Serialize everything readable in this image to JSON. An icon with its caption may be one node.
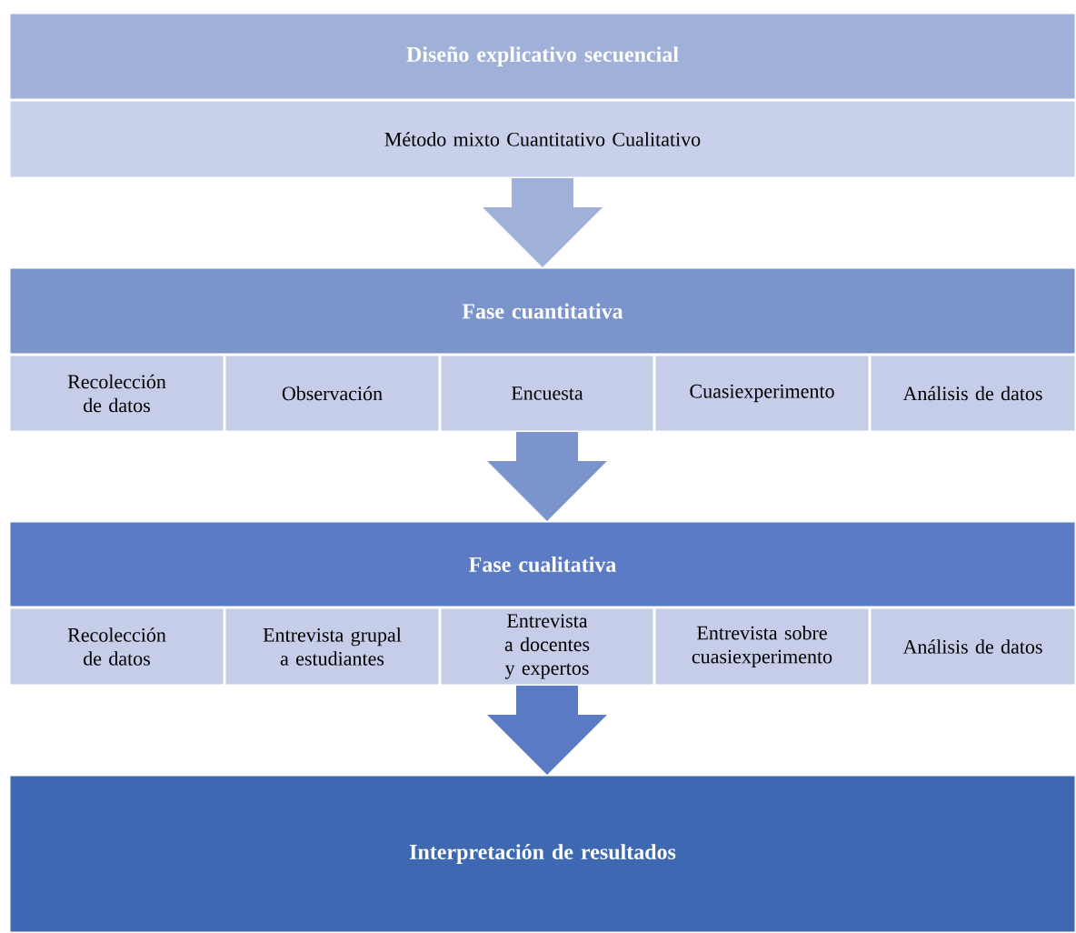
{
  "diagram": {
    "nodes": [
      {
        "text": [
          "Diseño explicativo secuencial"
        ]
      },
      {
        "text": [
          "Método mixto Cuantitativo Cualitativo"
        ]
      },
      {
        "text": [
          "Fase cuantitativa"
        ]
      },
      {
        "text": [
          "Recolección de datos"
        ]
      },
      {
        "text": [
          "Observación"
        ]
      },
      {
        "text": [
          "Encuesta"
        ]
      },
      {
        "text": [
          "Cuasiexperimento"
        ]
      },
      {
        "text": [
          "Análisis de datos"
        ]
      },
      {
        "text": [
          "Fase cualitativa"
        ]
      },
      {
        "text": [
          "Recolección de datos"
        ]
      },
      {
        "text": [
          "Entrevista grupal a estudiantes"
        ]
      },
      {
        "text": [
          "Entrevista a docentes y expertos"
        ]
      },
      {
        "text": [
          "Entrevista sobre cuasiexperimento"
        ]
      },
      {
        "text": [
          "Análisis de datos"
        ]
      },
      {
        "text": [
          "Interpretación de resultados"
        ]
      }
    ],
    "edges": [
      {
        "from": 1,
        "to": 2,
        "arrow": "to",
        "color": "#9fb0d9"
      },
      {
        "from": 5,
        "to": 8,
        "arrow": "to",
        "color": "#7b95cc"
      },
      {
        "from": 11,
        "to": 14,
        "arrow": "to",
        "color": "#5b7bc4"
      }
    ]
  }
}
